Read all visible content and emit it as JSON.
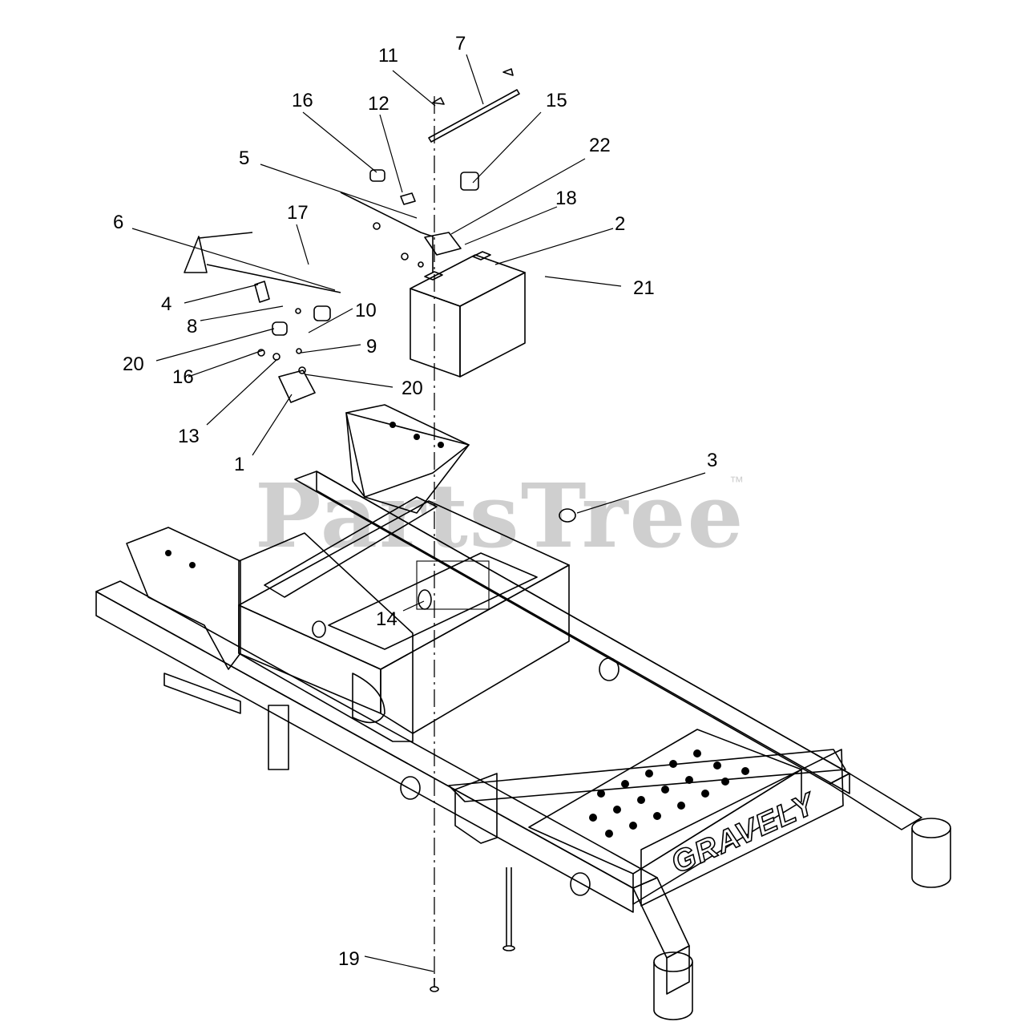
{
  "diagram": {
    "watermark": "PartsTree",
    "trademark": "™",
    "brand_text": "GRAVELY",
    "callouts": [
      {
        "id": "c1",
        "label": "1"
      },
      {
        "id": "c2",
        "label": "2"
      },
      {
        "id": "c3",
        "label": "3"
      },
      {
        "id": "c4",
        "label": "4"
      },
      {
        "id": "c5",
        "label": "5"
      },
      {
        "id": "c6",
        "label": "6"
      },
      {
        "id": "c7",
        "label": "7"
      },
      {
        "id": "c8",
        "label": "8"
      },
      {
        "id": "c9",
        "label": "9"
      },
      {
        "id": "c10",
        "label": "10"
      },
      {
        "id": "c11",
        "label": "11"
      },
      {
        "id": "c12",
        "label": "12"
      },
      {
        "id": "c13",
        "label": "13"
      },
      {
        "id": "c14",
        "label": "14"
      },
      {
        "id": "c15",
        "label": "15"
      },
      {
        "id": "c16a",
        "label": "16"
      },
      {
        "id": "c16b",
        "label": "16"
      },
      {
        "id": "c17",
        "label": "17"
      },
      {
        "id": "c18",
        "label": "18"
      },
      {
        "id": "c19",
        "label": "19"
      },
      {
        "id": "c20a",
        "label": "20"
      },
      {
        "id": "c20b",
        "label": "20"
      },
      {
        "id": "c21",
        "label": "21"
      },
      {
        "id": "c22",
        "label": "22"
      }
    ]
  }
}
